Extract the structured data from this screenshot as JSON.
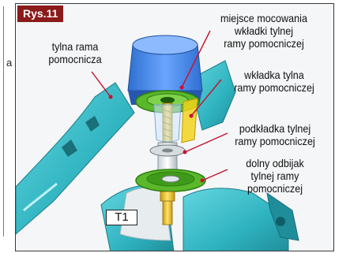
{
  "figure": {
    "label": "Rys.11",
    "left_fragment": "a",
    "callouts": {
      "subframe": "tylna rama\npomocnicza",
      "mount": "miejsce mocowania\nwkładki tylnej\nramy pomocniczej",
      "insert": "wkładka tylna\nramy pomocniczej",
      "washer": "podkładka tylnej\nramy pomocniczej",
      "bumper": "dolny odbijak\ntylnej ramy\npomocniczej"
    },
    "marker": "T1"
  },
  "colors": {
    "badge": "#8b1a1a",
    "subframe": "#3ec0cc",
    "mount_blue": "#4d8ff0",
    "insert_green": "#5ab82a",
    "bolt_yellow": "#f2c81e"
  }
}
